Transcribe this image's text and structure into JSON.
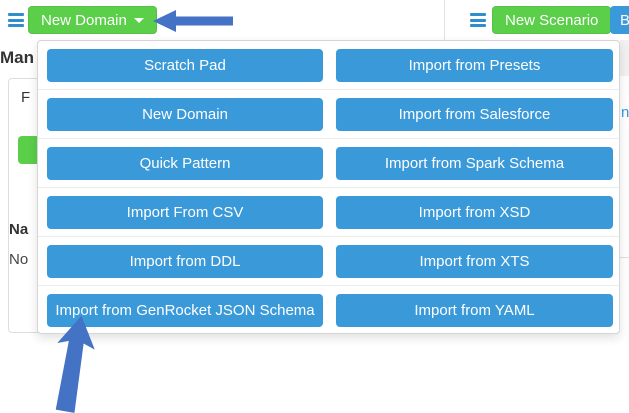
{
  "toolbar": {
    "new_domain_label": "New Domain",
    "new_scenario_label": "New Scenario",
    "batch_label_partial": "Ba"
  },
  "background": {
    "heading_partial": "Man",
    "filter_partial": "F",
    "name_header_partial": "Na",
    "list_partial": "No",
    "right_fragment": "n"
  },
  "dropdown": {
    "rows": [
      {
        "left": "Scratch Pad",
        "right": "Import from Presets"
      },
      {
        "left": "New Domain",
        "right": "Import from Salesforce"
      },
      {
        "left": "Quick Pattern",
        "right": "Import from Spark Schema"
      },
      {
        "left": "Import From CSV",
        "right": "Import from XSD"
      },
      {
        "left": "Import from DDL",
        "right": "Import from XTS"
      },
      {
        "left": "Import from GenRocket JSON Schema",
        "right": "Import from YAML"
      }
    ]
  },
  "annotations": {
    "arrow_top": "points-left-at-new-domain-button",
    "arrow_bottom": "points-up-at-import-from-genrocket-json-schema-button"
  },
  "colors": {
    "green": "#5bce4a",
    "blue": "#3a99d8",
    "arrow": "#4472c4",
    "icon_blue": "#2f8fce"
  }
}
